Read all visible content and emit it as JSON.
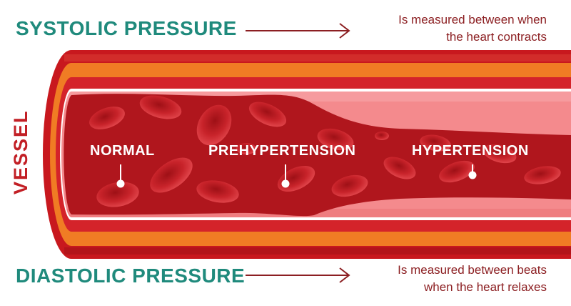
{
  "systolic": {
    "title": "SYSTOLIC PRESSURE",
    "desc_line1": "Is measured between when",
    "desc_line2": "the heart contracts"
  },
  "diastolic": {
    "title": "DIASTOLIC PRESSURE",
    "desc_line1": "Is measured between beats",
    "desc_line2": "when the heart relaxes"
  },
  "vessel_label": "VESSEL",
  "stages": [
    {
      "label": "NORMAL"
    },
    {
      "label": "PREHYPERTENSION"
    },
    {
      "label": "HYPERTENSION"
    }
  ],
  "colors": {
    "heading": "#1f8a7c",
    "description": "#8c1f22",
    "vessel_outer": "#c8181e",
    "vessel_layer": "#f07c24",
    "lumen": "#f48a8d",
    "blood": "#b0161d",
    "vessel_label": "#c21f25"
  }
}
